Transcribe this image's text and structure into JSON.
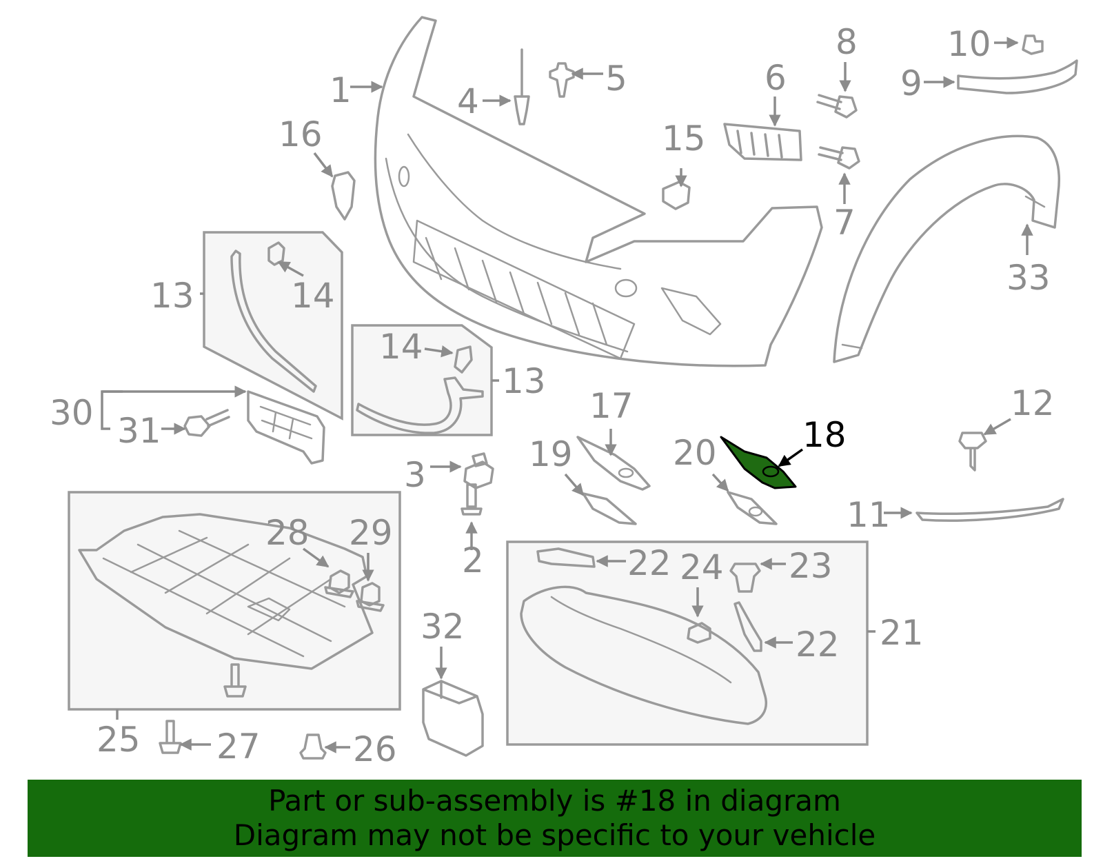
{
  "callouts": {
    "c1": "1",
    "c2": "2",
    "c3": "3",
    "c4": "4",
    "c5": "5",
    "c6": "6",
    "c7": "7",
    "c8": "8",
    "c9": "9",
    "c10": "10",
    "c11": "11",
    "c12": "12",
    "c13a": "13",
    "c13b": "13",
    "c14a": "14",
    "c14b": "14",
    "c15": "15",
    "c16": "16",
    "c17": "17",
    "c18": "18",
    "c19": "19",
    "c20": "20",
    "c21": "21",
    "c22a": "22",
    "c22b": "22",
    "c23": "23",
    "c24": "24",
    "c25": "25",
    "c26": "26",
    "c27": "27",
    "c28": "28",
    "c29": "29",
    "c30": "30",
    "c31": "31",
    "c32": "32",
    "c33": "33"
  },
  "highlight": {
    "part_number": "18",
    "color": "#1f6b12"
  },
  "banner": {
    "line1": "Part or sub-assembly is #18 in diagram",
    "line2": "Diagram may not be specific to your vehicle",
    "background": "#156c0c"
  },
  "colors": {
    "line_art": "#9a9a9a",
    "label": "#8c8c8c",
    "box_fill": "#f6f6f6"
  }
}
